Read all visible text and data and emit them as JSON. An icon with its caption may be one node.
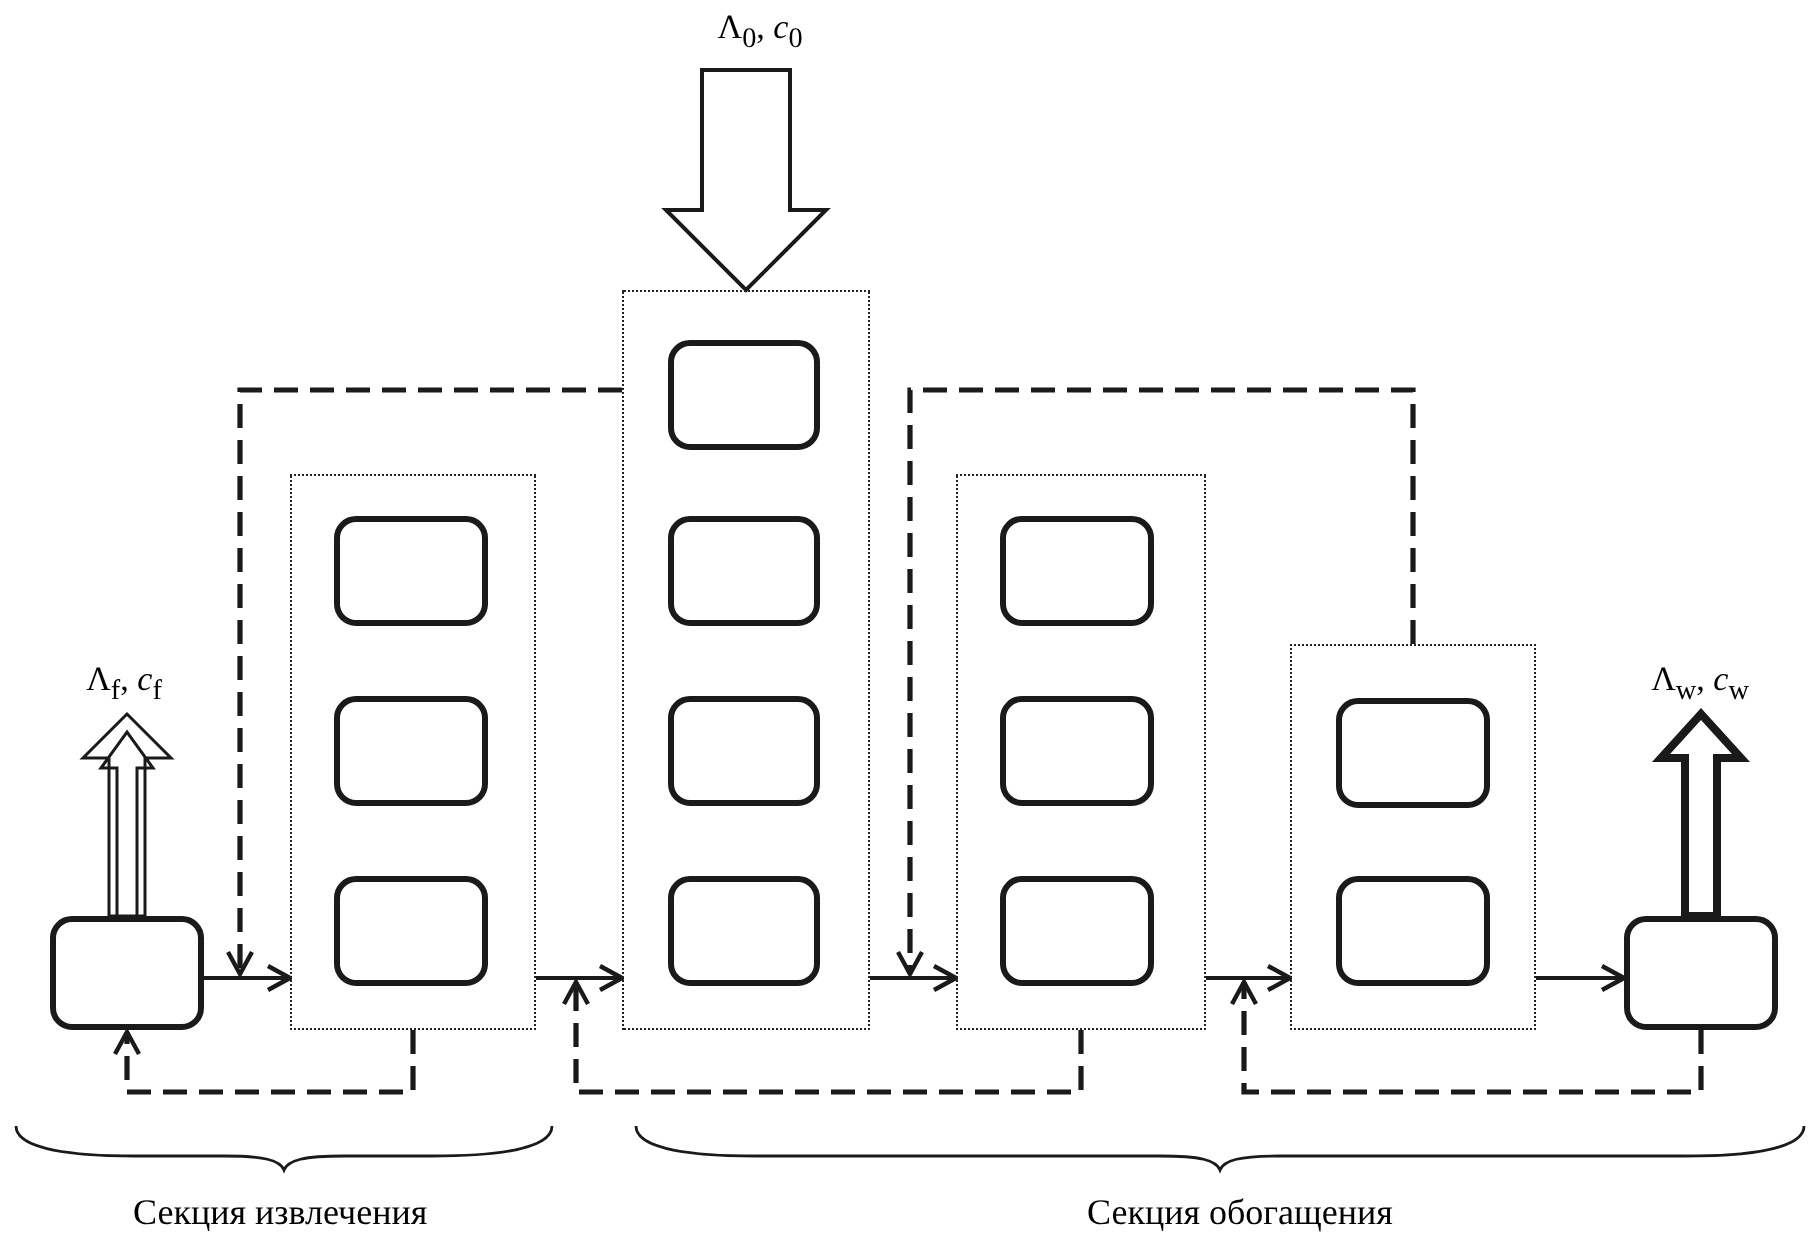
{
  "diagram": {
    "nodes": [
      {
        "text": [
          "Λ$_{0}$, *c*$_{0}$"
        ]
      },
      {
        "text": [],
        "shape": "box"
      },
      {
        "text": [],
        "shape": "box",
        "in": 1
      },
      {
        "text": [],
        "shape": "box",
        "in": 1
      },
      {
        "text": [],
        "shape": "box",
        "in": 1
      },
      {
        "text": [],
        "shape": "box",
        "in": 1
      },
      {
        "text": [
          "Λ$_{f}$, *c*$_{f}$"
        ]
      },
      {
        "text": [],
        "shape": "box"
      },
      {
        "text": [],
        "shape": "box",
        "in": 7
      },
      {
        "text": [],
        "shape": "box",
        "in": 7
      },
      {
        "text": [],
        "shape": "box",
        "in": 7
      },
      {
        "text": [],
        "shape": "box"
      },
      {
        "text": [],
        "shape": "box",
        "in": 11
      },
      {
        "text": [],
        "shape": "box",
        "in": 11
      },
      {
        "text": [],
        "shape": "box",
        "in": 11
      },
      {
        "text": [],
        "shape": "box"
      },
      {
        "text": [],
        "shape": "box",
        "in": 15
      },
      {
        "text": [],
        "shape": "box",
        "in": 15
      },
      {
        "text": [
          "Λ$_{w}$, *c*$_{w}$"
        ]
      },
      {
        "text": [],
        "shape": "box"
      },
      {
        "text": [],
        "shape": "box"
      }
    ],
    "edges": [
      {
        "from": 0,
        "to": 1,
        "arrow": "to"
      },
      {
        "from": 19,
        "to": 6,
        "arrow": "to"
      },
      {
        "from": 20,
        "to": 18,
        "arrow": "to",
        "style": "thick"
      },
      {
        "from": 19,
        "to": 7,
        "arrow": "to"
      },
      {
        "from": 7,
        "to": 1,
        "arrow": "to"
      },
      {
        "from": 1,
        "to": 11,
        "arrow": "to"
      },
      {
        "from": 11,
        "to": 15,
        "arrow": "to"
      },
      {
        "from": 15,
        "to": 20,
        "arrow": "to"
      },
      {
        "from": 7,
        "to": 19,
        "arrow": "to",
        "style": "dashed"
      },
      {
        "from": 11,
        "to": 1,
        "arrow": "to",
        "style": "dashed"
      },
      {
        "from": 20,
        "to": 15,
        "arrow": "to",
        "style": "dashed"
      },
      {
        "from": 1,
        "to": 7,
        "arrow": "to",
        "style": "dashed"
      },
      {
        "from": 15,
        "to": 11,
        "arrow": "to",
        "style": "dashed"
      }
    ],
    "labels": [
      "Секция извлечения",
      "Секция обогащения"
    ]
  }
}
